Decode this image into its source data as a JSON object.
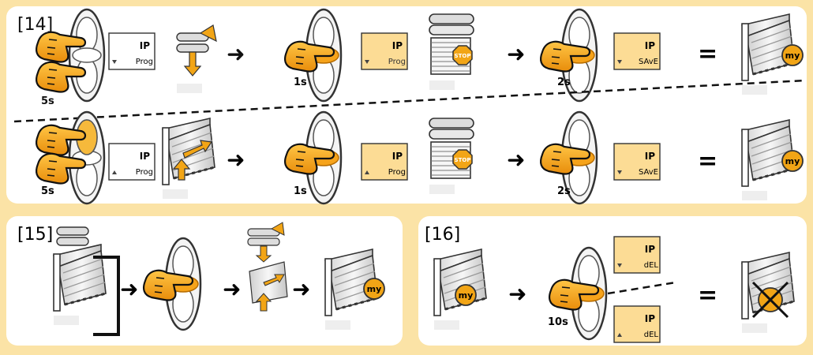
{
  "panels": {
    "p14": {
      "label": "[14]"
    },
    "p15": {
      "label": "[15]"
    },
    "p16": {
      "label": "[16]"
    }
  },
  "times": {
    "t5s_a": "5s",
    "t1s_a": "1s",
    "t2s_a": "2s",
    "t5s_b": "5s",
    "t1s_b": "1s",
    "t2s_b": "2s",
    "t10s": "10s"
  },
  "lcd": {
    "ip": "IP",
    "prog": "Prog",
    "save": "SAvE",
    "del": "dEL"
  },
  "symbols": {
    "arrow": "➜",
    "equals": "=",
    "my": "my",
    "stop": "STOP"
  },
  "colors": {
    "frame": "#fbe3a6",
    "panel": "#ffffff",
    "accent": "#f2a516",
    "lcd_lit": "#fcdc95"
  }
}
